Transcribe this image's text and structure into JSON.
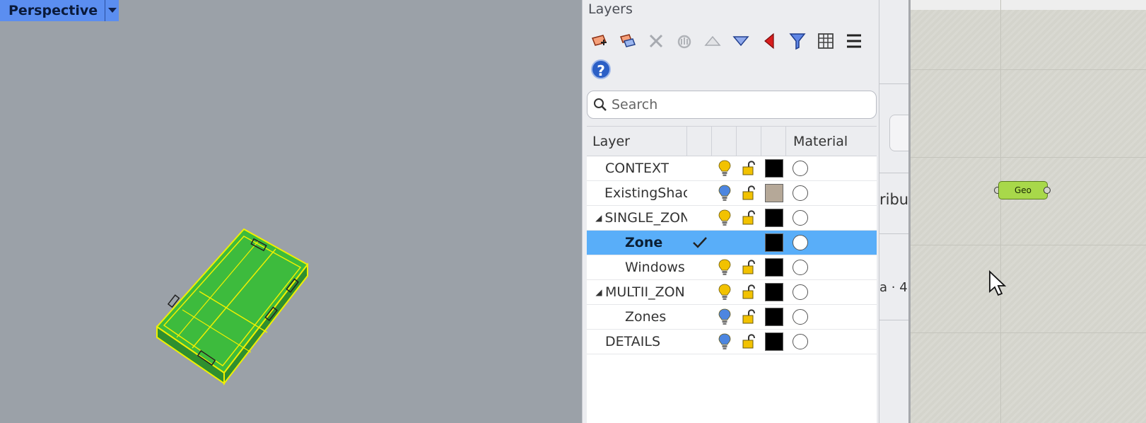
{
  "viewport": {
    "tab_label": "Perspective"
  },
  "layers_panel": {
    "title": "Layers",
    "search_placeholder": "Search",
    "help_label": "?",
    "columns": {
      "layer": "Layer",
      "material": "Material"
    },
    "rows": [
      {
        "name": "CONTEXT",
        "indent": 0,
        "expander": "",
        "swatch": "#000000",
        "bulb": "#f2c200",
        "selected": false,
        "current": false
      },
      {
        "name": "ExistingShac",
        "indent": 0,
        "expander": "",
        "swatch": "#b5a898",
        "bulb": "#4d86e0",
        "selected": false,
        "current": false
      },
      {
        "name": "SINGLE_ZON",
        "indent": 0,
        "expander": "◢",
        "swatch": "#000000",
        "bulb": "#f2c200",
        "selected": false,
        "current": false
      },
      {
        "name": "Zone",
        "indent": 1,
        "expander": "",
        "swatch": "#000000",
        "bulb": "",
        "selected": true,
        "current": true
      },
      {
        "name": "Windows",
        "indent": 1,
        "expander": "",
        "swatch": "#000000",
        "bulb": "#f2c200",
        "selected": false,
        "current": false
      },
      {
        "name": "MULTII_ZON",
        "indent": 0,
        "expander": "◢",
        "swatch": "#000000",
        "bulb": "#f2c200",
        "selected": false,
        "current": false
      },
      {
        "name": "Zones",
        "indent": 1,
        "expander": "",
        "swatch": "#000000",
        "bulb": "#4d86e0",
        "selected": false,
        "current": false
      },
      {
        "name": "DETAILS",
        "indent": 0,
        "expander": "",
        "swatch": "#000000",
        "bulb": "#4d86e0",
        "selected": false,
        "current": false
      }
    ]
  },
  "mid_panel": {
    "fragment_1": "ribu",
    "fragment_2": "a · 4"
  },
  "canvas": {
    "component_label": "Geo"
  },
  "colors": {
    "selection": "#59aef9",
    "tab": "#5b8ef0",
    "model_fill": "#3dbb3d",
    "model_edge": "#f0f000"
  }
}
